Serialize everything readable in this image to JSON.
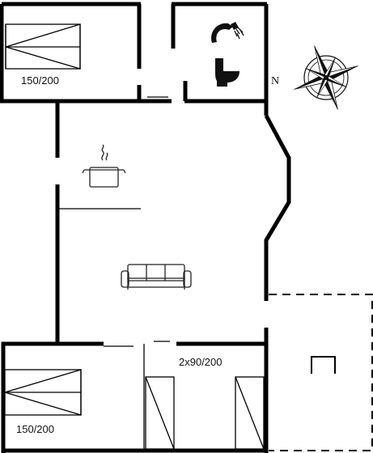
{
  "compass": {
    "north_label": "N"
  },
  "rooms": {
    "bedroom_top": {
      "bed_label": "150/200"
    },
    "bedroom_bottom": {
      "bed_label": "150/200"
    },
    "bedroom_small": {
      "bed_label": "2x90/200"
    }
  },
  "colors": {
    "wall": "#000000",
    "background": "#ffffff"
  }
}
